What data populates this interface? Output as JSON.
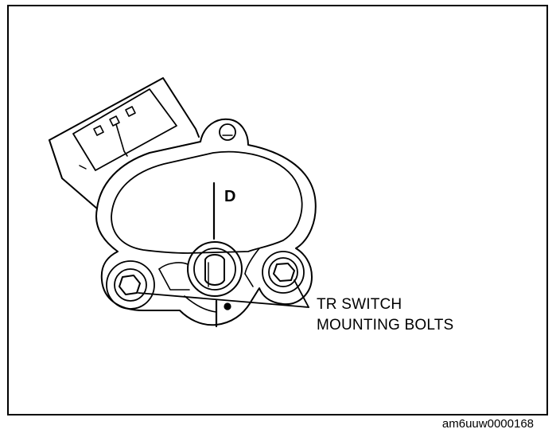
{
  "figure": {
    "position_mark": "D",
    "callout": {
      "line1": "TR SWITCH",
      "line2": "MOUNTING BOLTS"
    },
    "figure_id": "am6uuw0000168"
  },
  "colors": {
    "ink": "#000000",
    "background": "#ffffff"
  }
}
